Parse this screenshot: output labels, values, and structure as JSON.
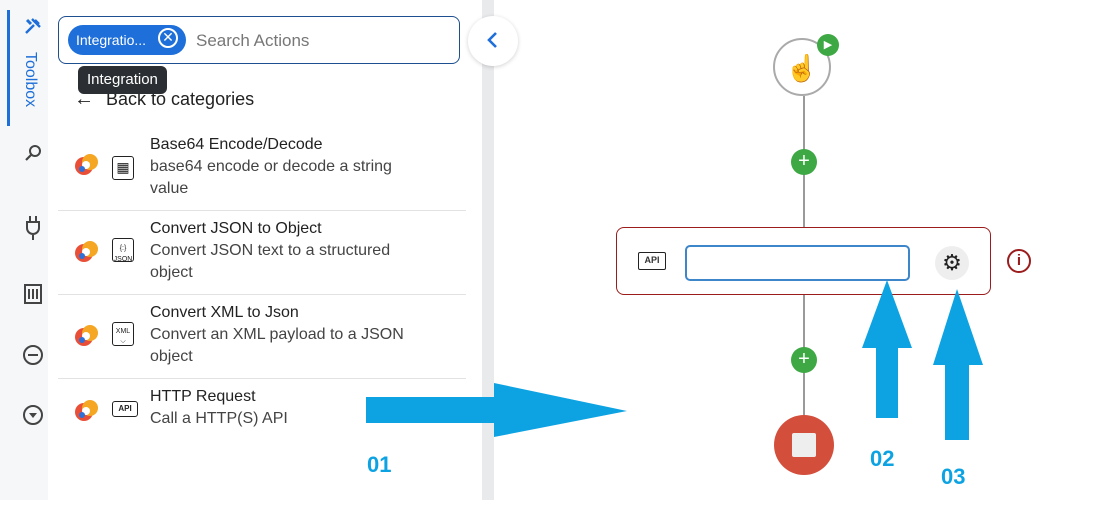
{
  "toolbox": {
    "rail_label": "Toolbox",
    "rail_icons": [
      "tools-icon",
      "search-icon",
      "plug-icon",
      "clipboard-icon",
      "minus-circle-icon",
      "chevron-circle-icon"
    ]
  },
  "search": {
    "chip_label": "Integratio...",
    "placeholder": "Search Actions",
    "tooltip": "Integration"
  },
  "back_label": "Back to categories",
  "actions": [
    {
      "title": "Base64 Encode/Decode",
      "description": "base64 encode or decode a string value",
      "icon": "base64-icon"
    },
    {
      "title": "Convert JSON to Object",
      "description": "Convert JSON text to a structured object",
      "icon": "json-file-icon"
    },
    {
      "title": "Convert XML to Json",
      "description": "Convert an XML payload to a JSON object",
      "icon": "xml-file-icon"
    },
    {
      "title": "HTTP Request",
      "description": "Call a HTTP(S) API",
      "icon": "api-icon"
    }
  ],
  "canvas": {
    "action_badge": "API",
    "action_input_value": ""
  },
  "annotations": [
    "01",
    "02",
    "03"
  ],
  "colors": {
    "accent": "#1e6fd9",
    "add_button": "#3ea844",
    "error_border": "#9b1c1c",
    "stop_node": "#d44e3c",
    "annotation_arrow": "#0da3e3"
  }
}
